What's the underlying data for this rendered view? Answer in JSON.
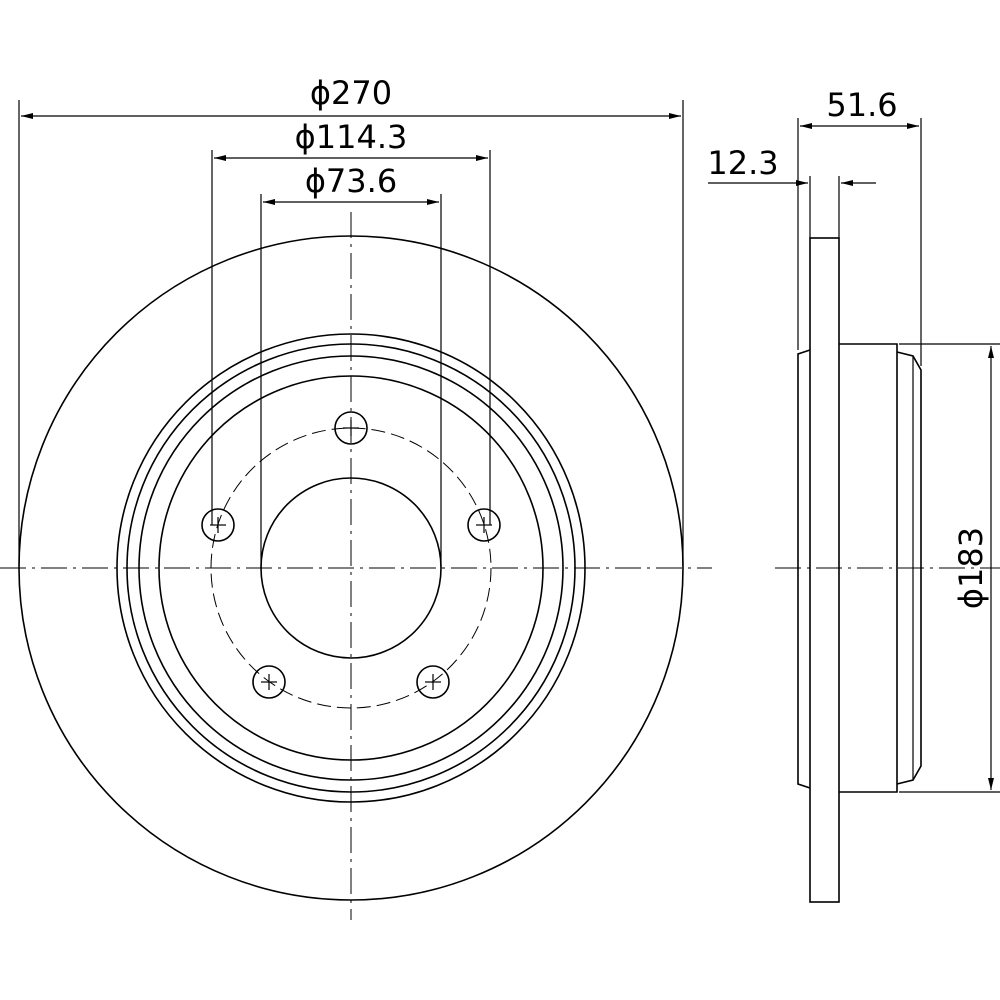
{
  "dimensions": {
    "outer_diameter": "ϕ270",
    "bolt_circle_diameter": "ϕ114.3",
    "center_bore_diameter": "ϕ73.6",
    "total_height": "51.6",
    "disc_thickness": "12.3",
    "hat_diameter": "ϕ183"
  },
  "colors": {
    "line": "#000000",
    "background": "#ffffff"
  }
}
